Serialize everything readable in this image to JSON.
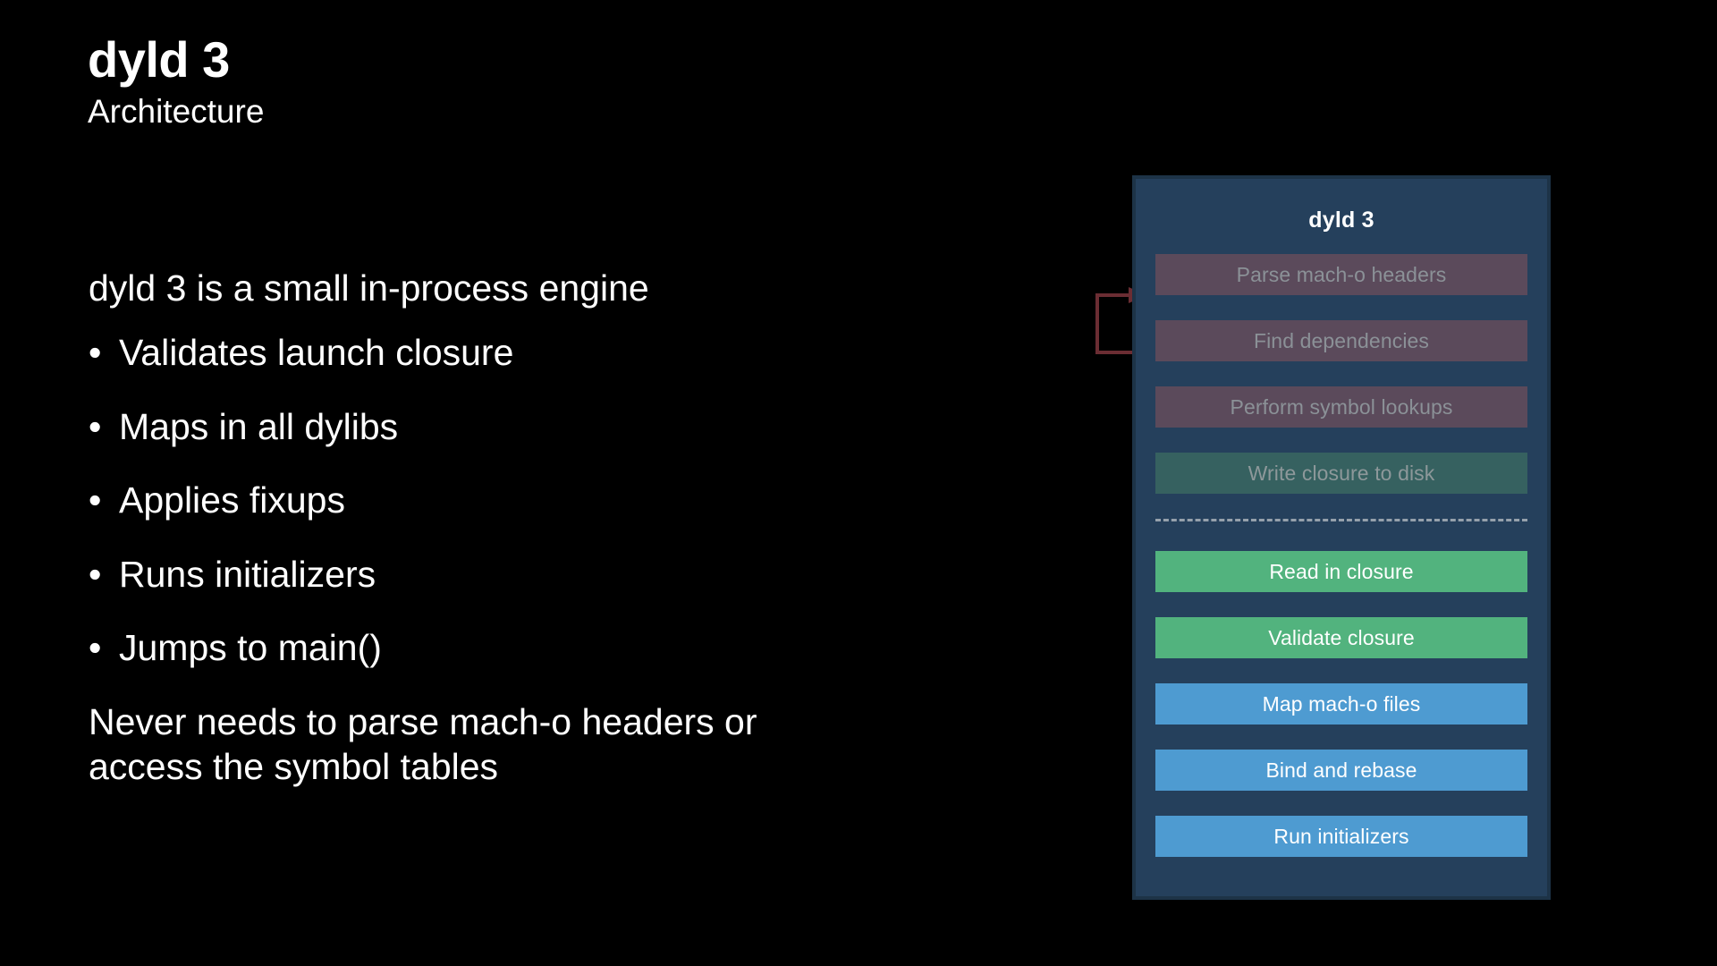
{
  "header": {
    "title": "dyld 3",
    "subtitle": "Architecture"
  },
  "body": {
    "lead": "dyld 3 is a small in-process engine",
    "bullet_marker": "•",
    "bullets": [
      "Validates launch closure",
      "Maps in all dylibs",
      "Applies fixups",
      "Runs initializers",
      "Jumps to main()"
    ],
    "outro": "Never needs to parse mach-o headers or access the symbol tables"
  },
  "diagram": {
    "panel_title": "dyld 3",
    "panel_bg": "#25405c",
    "panel_border": "#1d3347",
    "loop_arrow_color": "#6b2d33",
    "divider_color": "#aab3bb",
    "steps_above_divider": [
      {
        "label": "Parse mach-o headers",
        "style": "purple",
        "color": "#5b4a5b",
        "text_color": "#8b9197",
        "dimmed": true
      },
      {
        "label": "Find dependencies",
        "style": "purple",
        "color": "#5b4a5b",
        "text_color": "#8b9197",
        "dimmed": true
      },
      {
        "label": "Perform symbol lookups",
        "style": "purple",
        "color": "#5b4a5b",
        "text_color": "#8b9197",
        "dimmed": true
      },
      {
        "label": "Write closure to disk",
        "style": "teal-dim",
        "color": "#366160",
        "text_color": "#8d989a",
        "dimmed": true
      }
    ],
    "steps_below_divider": [
      {
        "label": "Read in closure",
        "style": "green",
        "color": "#52b37e",
        "text_color": "#ffffff",
        "dimmed": false
      },
      {
        "label": "Validate closure",
        "style": "green",
        "color": "#52b37e",
        "text_color": "#ffffff",
        "dimmed": false
      },
      {
        "label": "Map mach-o files",
        "style": "blue",
        "color": "#4e9bd1",
        "text_color": "#ffffff",
        "dimmed": false
      },
      {
        "label": "Bind and rebase",
        "style": "blue",
        "color": "#4e9bd1",
        "text_color": "#ffffff",
        "dimmed": false
      },
      {
        "label": "Run initializers",
        "style": "blue",
        "color": "#4e9bd1",
        "text_color": "#ffffff",
        "dimmed": false
      }
    ]
  }
}
